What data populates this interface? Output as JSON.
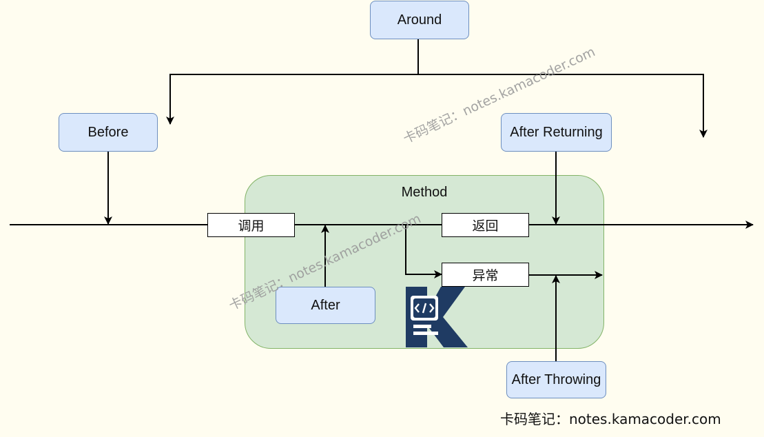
{
  "nodes": {
    "around": "Around",
    "before": "Before",
    "after_returning": "After Returning",
    "after": "After",
    "after_throwing": "After Throwing",
    "invoke": "调用",
    "return": "返回",
    "exception": "异常"
  },
  "method_label": "Method",
  "watermark": "卡码笔记：notes.kamacoder.com",
  "footer": "卡码笔记：notes.kamacoder.com",
  "colors": {
    "advice_fill": "#dae8fc",
    "advice_border": "#6c8ebf",
    "method_fill": "#d5e8d4",
    "method_border": "#82b366",
    "logo": "#1f3b63"
  },
  "logo_icon": "kamacoder-logo-icon"
}
